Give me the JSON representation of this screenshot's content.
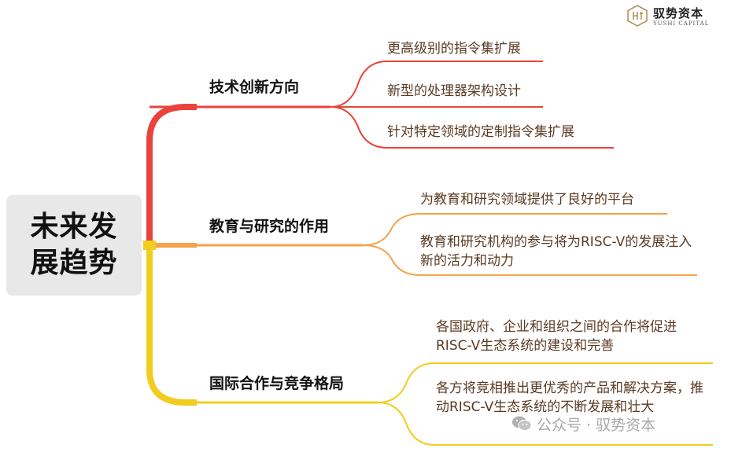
{
  "logo": {
    "name": "驭势资本",
    "subtitle": "YUSHI CAPITAL",
    "color": "#b8915a"
  },
  "root": {
    "label": "未来发展趋势"
  },
  "branches": [
    {
      "label": "技术创新方向",
      "color": "#e8433c",
      "leaves": [
        {
          "text": "更高级别的指令集扩展"
        },
        {
          "text": "新型的处理器架构设计"
        },
        {
          "text": "针对特定领域的定制指令集扩展"
        }
      ]
    },
    {
      "label": "教育与研究的作用",
      "color": "#f4a24b",
      "leaves": [
        {
          "text": "为教育和研究领域提供了良好的平台"
        },
        {
          "text": "教育和研究机构的参与将为RISC-V的发展注入新的活力和动力"
        }
      ]
    },
    {
      "label": "国际合作与竞争格局",
      "color": "#f2cc1f",
      "leaves": [
        {
          "text": "各国政府、企业和组织之间的合作将促进RISC-V生态系统的建设和完善"
        },
        {
          "text": "各方将竞相推出更优秀的产品和解决方案，推动RISC-V生态系统的不断发展和壮大"
        }
      ]
    }
  ],
  "watermark": {
    "text": "公众号 · 驭势资本"
  }
}
